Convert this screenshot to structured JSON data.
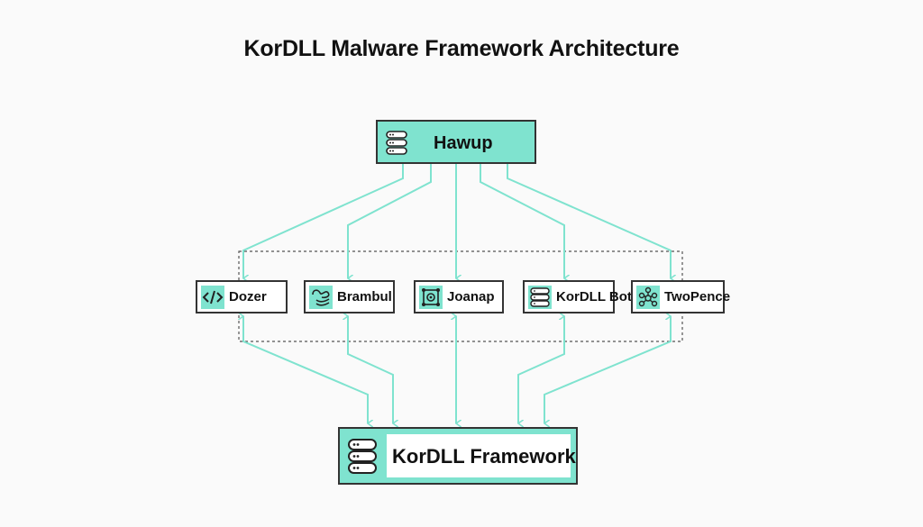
{
  "title": "KorDLL Malware Framework Architecture",
  "top_node": {
    "label": "Hawup",
    "icon": "database-icon"
  },
  "modules": [
    {
      "label": "Dozer",
      "icon": "code-icon"
    },
    {
      "label": "Brambul",
      "icon": "worm-icon"
    },
    {
      "label": "Joanap",
      "icon": "scan-target-icon"
    },
    {
      "label": "KorDLL Bot",
      "icon": "server-icon"
    },
    {
      "label": "TwoPence",
      "icon": "network-icon"
    }
  ],
  "bottom_node": {
    "label": "KorDLL Framework",
    "icon": "database-icon"
  },
  "colors": {
    "accent": "#7fe3cf",
    "border": "#333333",
    "connector": "#7fe3cf",
    "group_border": "#555555"
  },
  "connections": [
    {
      "from": "Hawup",
      "to": "Dozer",
      "direction": "down"
    },
    {
      "from": "Hawup",
      "to": "Brambul",
      "direction": "down"
    },
    {
      "from": "Hawup",
      "to": "Joanap",
      "direction": "down"
    },
    {
      "from": "Hawup",
      "to": "KorDLL Bot",
      "direction": "down"
    },
    {
      "from": "Hawup",
      "to": "TwoPence",
      "direction": "down"
    },
    {
      "from": "Dozer",
      "to": "KorDLL Framework",
      "direction": "bidirectional"
    },
    {
      "from": "Brambul",
      "to": "KorDLL Framework",
      "direction": "bidirectional"
    },
    {
      "from": "Joanap",
      "to": "KorDLL Framework",
      "direction": "bidirectional"
    },
    {
      "from": "KorDLL Bot",
      "to": "KorDLL Framework",
      "direction": "bidirectional"
    },
    {
      "from": "TwoPence",
      "to": "KorDLL Framework",
      "direction": "bidirectional"
    }
  ]
}
